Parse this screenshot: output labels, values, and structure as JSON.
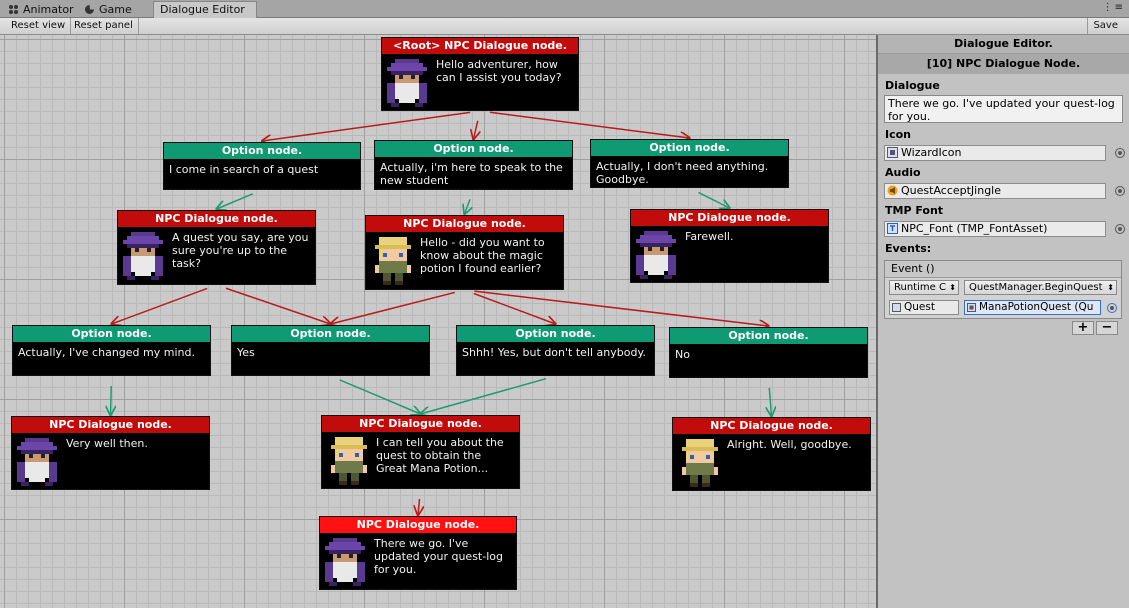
{
  "tabs": [
    {
      "label": "Animator",
      "icon": "animator-icon"
    },
    {
      "label": "Game",
      "icon": "game-icon"
    },
    {
      "label": "Dialogue Editor",
      "icon": ""
    }
  ],
  "toolbar": {
    "reset_view": "Reset view",
    "reset_panel": "Reset panel",
    "save": "Save"
  },
  "colors": {
    "npc_header": "#c20c0c",
    "npc_header_selected": "#ff1111",
    "option_header": "#0f9a74",
    "edge_npc_to_option": "#b81c1c",
    "edge_option_to_npc": "#1f9a72"
  },
  "nodes": [
    {
      "id": "root",
      "kind": "npc",
      "portrait": "wizard",
      "header": "<Root> NPC Dialogue node.",
      "text": "Hello adventurer, how can I assist you today?"
    },
    {
      "id": "opt1",
      "kind": "option",
      "header": "Option node.",
      "text": "I come in search of a quest"
    },
    {
      "id": "opt2",
      "kind": "option",
      "header": "Option node.",
      "text": "Actually, i'm here to speak to the new student"
    },
    {
      "id": "opt3",
      "kind": "option",
      "header": "Option node.",
      "text": "Actually, I don't need anything. Goodbye."
    },
    {
      "id": "npc1",
      "kind": "npc",
      "portrait": "wizard",
      "header": "NPC Dialogue node.",
      "text": "A quest you say, are you sure you're up to the task?"
    },
    {
      "id": "npc2",
      "kind": "npc",
      "portrait": "student",
      "header": "NPC Dialogue node.",
      "text": "Hello - did you want to know about the magic potion I found earlier?"
    },
    {
      "id": "npc3",
      "kind": "npc",
      "portrait": "wizard",
      "header": "NPC Dialogue node.",
      "text": "Farewell."
    },
    {
      "id": "opt4",
      "kind": "option",
      "header": "Option node.",
      "text": "Actually, I've changed my mind."
    },
    {
      "id": "opt5",
      "kind": "option",
      "header": "Option node.",
      "text": "Yes"
    },
    {
      "id": "opt6",
      "kind": "option",
      "header": "Option node.",
      "text": "Shhh! Yes, but don't tell anybody."
    },
    {
      "id": "opt7",
      "kind": "option",
      "header": "Option node.",
      "text": "No"
    },
    {
      "id": "npc4",
      "kind": "npc",
      "portrait": "wizard",
      "header": "NPC Dialogue node.",
      "text": "Very well then."
    },
    {
      "id": "npc5",
      "kind": "npc",
      "portrait": "student",
      "header": "NPC Dialogue node.",
      "text": "I can tell you about the quest to obtain the Great Mana Potion..."
    },
    {
      "id": "npc6",
      "kind": "npc",
      "portrait": "student",
      "header": "NPC Dialogue node.",
      "text": "Alright. Well, goodbye."
    },
    {
      "id": "npc7",
      "kind": "npc",
      "portrait": "wizard",
      "selected": true,
      "header": "NPC Dialogue node.",
      "text": "There we go. I've updated your quest-log for you."
    }
  ],
  "edges": [
    [
      "root",
      "opt1"
    ],
    [
      "root",
      "opt2"
    ],
    [
      "root",
      "opt3"
    ],
    [
      "opt1",
      "npc1"
    ],
    [
      "opt2",
      "npc2"
    ],
    [
      "opt3",
      "npc3"
    ],
    [
      "npc1",
      "opt4"
    ],
    [
      "npc1",
      "opt5"
    ],
    [
      "npc2",
      "opt5"
    ],
    [
      "npc2",
      "opt6"
    ],
    [
      "npc2",
      "opt7"
    ],
    [
      "opt4",
      "npc4"
    ],
    [
      "opt5",
      "npc5"
    ],
    [
      "opt6",
      "npc5"
    ],
    [
      "opt7",
      "npc6"
    ],
    [
      "npc5",
      "npc7"
    ]
  ],
  "inspector": {
    "title": "Dialogue Editor.",
    "subtitle": "[10] NPC Dialogue Node.",
    "dialogue_label": "Dialogue",
    "dialogue_value": "There we go. I've updated your quest-log for you.",
    "icon_label": "Icon",
    "icon_value": "WizardIcon",
    "audio_label": "Audio",
    "audio_value": "QuestAcceptJingle",
    "font_label": "TMP Font",
    "font_value": "NPC_Font (TMP_FontAsset)",
    "events_label": "Events:",
    "event_header": "Event ()",
    "runtime_option": "Runtime C",
    "function_option": "QuestManager.BeginQuest",
    "target_object": "Quest",
    "argument_object": "ManaPotionQuest (Qu",
    "add_label": "+",
    "remove_label": "−"
  }
}
